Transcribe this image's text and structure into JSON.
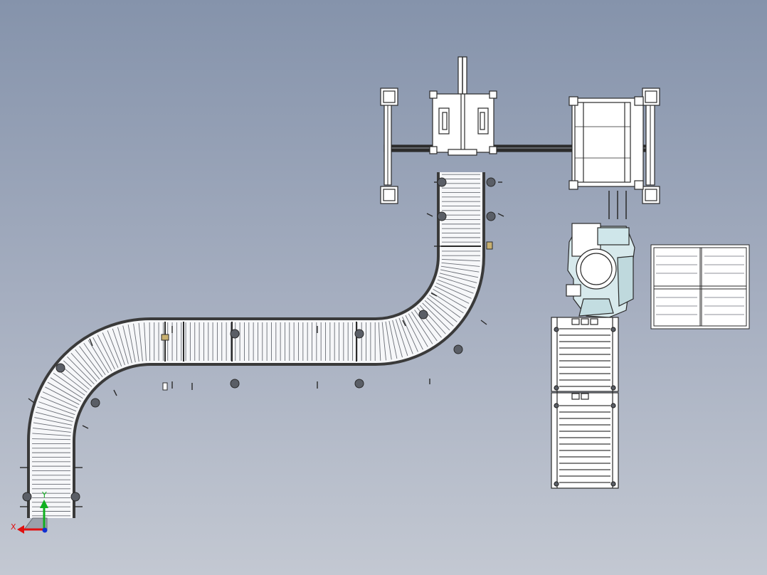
{
  "view": {
    "background_top": "#8593ab",
    "background_bottom": "#c3c8d2",
    "line_color": "#2a2a2a",
    "part_fill": "#ffffff",
    "robot_accent": "#cfe6ea"
  },
  "triad": {
    "x_label": "X",
    "y_label": "Y",
    "x_color": "#e01010",
    "y_color": "#10b020",
    "z_color": "#1030d0"
  },
  "components": [
    {
      "name": "s-curve-roller-conveyor",
      "rollers": 150
    },
    {
      "name": "gantry-gripper-cell"
    },
    {
      "name": "palletizing-robot"
    },
    {
      "name": "pallet"
    },
    {
      "name": "pallet-infeed-roller-conveyor"
    }
  ]
}
